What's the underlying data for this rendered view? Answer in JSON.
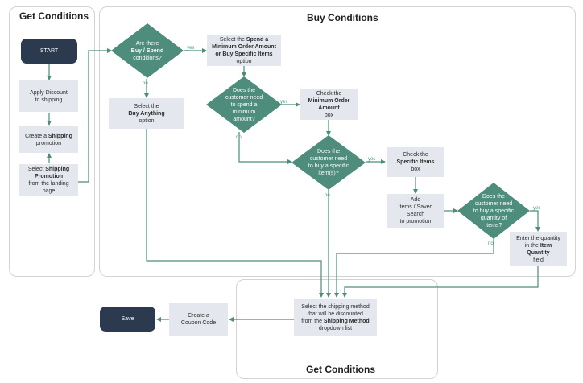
{
  "panels": {
    "left_title": "Get Conditions",
    "center_title": "Buy Conditions",
    "bottom_title": "Get Conditions"
  },
  "nodes": {
    "start": "START",
    "apply_discount": [
      "Apply Discount",
      "to shipping"
    ],
    "create_shipping": {
      "pre": "Create a ",
      "bold": "Shipping",
      "post": "promotion"
    },
    "select_shipping_promotion": {
      "pre": "Select ",
      "bold1": "Shipping",
      "bold2": "Promotion",
      "post1": "from the landing",
      "post2": "page"
    },
    "decision_buy_spend": {
      "l1": "Are there",
      "l2": "Buy / Spend",
      "l3": "conditions?"
    },
    "select_spend": {
      "l1": "Select the ",
      "b1": "Spend a",
      "b2": "Minimum Order Amount",
      "b3": "or Buy Specific Items",
      "l2": "option"
    },
    "select_buy_anything": {
      "l1": "Select the",
      "b1": "Buy Anything",
      "l2": "option"
    },
    "decision_min_amount": [
      "Does the",
      "customer need",
      "to spend a",
      "minimum",
      "amount?"
    ],
    "check_min_amount": {
      "l1": "Check the",
      "b1": "Minimum Order",
      "b2": "Amount",
      "l2": "box"
    },
    "decision_specific_items": [
      "Does the",
      "customer need",
      "to buy a specific",
      "item(s)?"
    ],
    "check_specific_items": {
      "l1": "Check the",
      "b1": "Specific Items",
      "l2": "box"
    },
    "add_items": [
      "Add",
      "Items / Saved Search",
      "to promotion"
    ],
    "decision_quantity": [
      "Does the",
      "customer need",
      "to buy a specific",
      "quantity of",
      "items?"
    ],
    "enter_quantity": {
      "l1": "Enter the quantity",
      "l2": "in the ",
      "b1": "Item",
      "b2": "Quantity",
      "l3": "field"
    },
    "select_shipping_method": {
      "l1": "Select the shipping method",
      "l2": "that will be discounted",
      "l3": "from the ",
      "b1": "Shipping Method",
      "l4": "dropdown list"
    },
    "create_coupon": [
      "Create a",
      "Coupon Code"
    ],
    "save": "Save"
  },
  "edge_labels": {
    "yes": "yes",
    "no": "no"
  },
  "colors": {
    "decision": "#4e8c7c",
    "process": "#e4e8ee",
    "terminal": "#2c3a4f",
    "connector": "#4e8c7c",
    "label": "#4a9b85"
  }
}
